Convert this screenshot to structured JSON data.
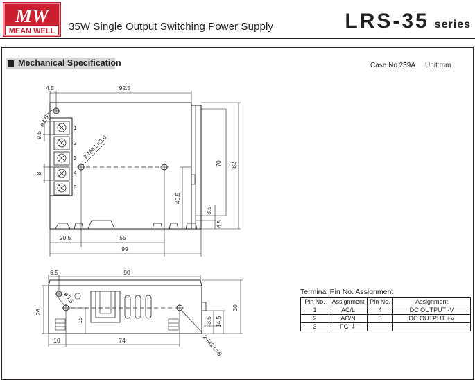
{
  "header": {
    "logo_line1": "MW",
    "logo_line2": "MEAN WELL",
    "subtitle": "35W Single Output Switching Power Supply",
    "model": "LRS-35",
    "series_suffix": "series",
    "brand_color": "#cc1f2f"
  },
  "section": {
    "title": "Mechanical Specification",
    "case_no": "Case No.239A",
    "unit": "Unit:mm"
  },
  "top_view": {
    "dimensions": {
      "left_offset": "4.5",
      "hole_span": "92.5",
      "hole_dia": "ø3.5",
      "terminal_pitch_a": "9.5",
      "terminal_pitch_b": "8",
      "mount_screw": "2-M3 L=3.0",
      "body_height": "70",
      "total_height": "82",
      "hole_height": "40.5",
      "edge_a": "3.5",
      "edge_b": "6.5",
      "hole_left": "20.5",
      "hole_gap": "55",
      "total_length": "99"
    },
    "terminals": [
      "1",
      "2",
      "3",
      "4",
      "5"
    ]
  },
  "side_view": {
    "dimensions": {
      "left_offset": "6.5",
      "length": "90",
      "height_left": "26",
      "hole_dia": "ø3.5",
      "hole_height": "15",
      "edge_a": "3.5",
      "edge_b": "14.5",
      "height_right": "30",
      "hole_left": "10",
      "hole_gap": "74",
      "mount_screw": "2-M3 L=5"
    }
  },
  "pin_table": {
    "title": "Terminal Pin No.  Assignment",
    "headers": [
      "Pin No.",
      "Assignment",
      "Pin No.",
      "Assignment"
    ],
    "rows": [
      [
        "1",
        "AC/L",
        "4",
        "DC OUTPUT -V"
      ],
      [
        "2",
        "AC/N",
        "5",
        "DC OUTPUT +V"
      ],
      [
        "3",
        "FG ⏚",
        "",
        ""
      ]
    ]
  }
}
